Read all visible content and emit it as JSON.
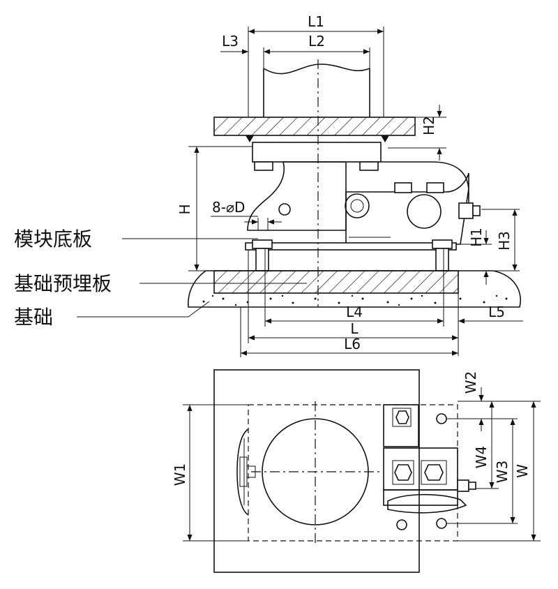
{
  "dimensions": {
    "L1": "L1",
    "L2": "L2",
    "L3": "L3",
    "L4": "L4",
    "L5": "L5",
    "L": "L",
    "L6": "L6",
    "H": "H",
    "H1": "H1",
    "H2": "H2",
    "H3": "H3",
    "W": "W",
    "W1": "W1",
    "W2": "W2",
    "W3": "W3",
    "W4": "W4",
    "holes": "8-⌀D"
  },
  "labels": {
    "module_base_plate": "模块底板",
    "embedded_plate": "基础预埋板",
    "foundation": "基础"
  }
}
